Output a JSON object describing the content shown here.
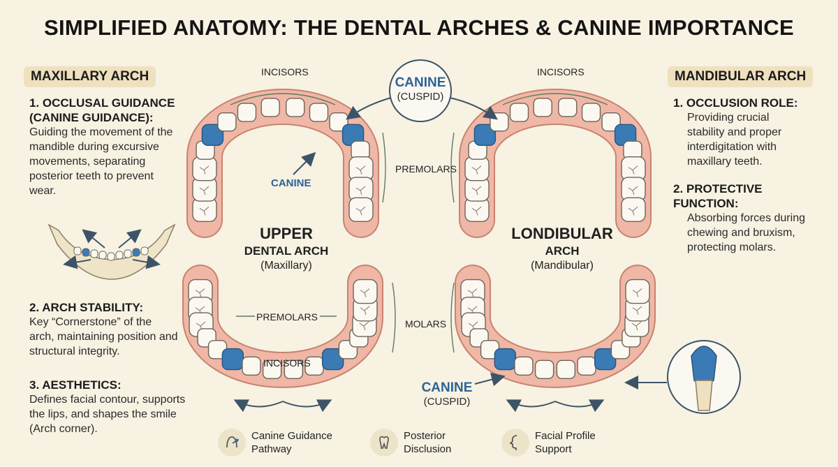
{
  "title": "SIMPLIFIED ANATOMY: THE DENTAL ARCHES & CANINE IMPORTANCE",
  "left_panel": {
    "heading": "MAXILLARY ARCH",
    "items": [
      {
        "title": "1. OCCLUSAL GUIDANCE (CANINE GUIDANCE):",
        "text": "Guiding the movement of the mandible during excursive movements, separating posterior teeth to prevent wear."
      },
      {
        "title": "2. ARCH STABILITY:",
        "text": "Key “Cornerstone” of the arch, maintaining position and structural integrity."
      },
      {
        "title": "3. AESTHETICS:",
        "text": "Defines facial contour, supports the lips, and shapes the smile (Arch corner)."
      }
    ]
  },
  "right_panel": {
    "heading": "MANDIBULAR ARCH",
    "items": [
      {
        "title": "1. OCCLUSION ROLE:",
        "text": "Providing crucial stability and proper interdigitation with maxillary teeth."
      },
      {
        "title": "2. PROTECTIVE FUNCTION:",
        "text": "Absorbing forces during chewing and bruxism, protecting molars."
      }
    ]
  },
  "labels": {
    "incisors_upper_left": "INCISORS",
    "incisors_upper_right": "INCISORS",
    "incisors_lower_left": "INCISORS",
    "premolars_top": "PREMOLARS",
    "premolars_mid": "PREMOLARS",
    "molars": "MOLARS",
    "canine_center_title": "CANINE",
    "canine_center_sub": "(CUSPID)",
    "canine_upper_arch": "CANINE",
    "canine_lower_title": "CANINE",
    "canine_lower_sub": "(CUSPID)"
  },
  "arch_titles": {
    "upper_line1": "UPPER",
    "upper_line2": "DENTAL ARCH",
    "upper_line3": "(Maxillary)",
    "lower_line1": "LONDIBULAR",
    "lower_line2": "ARCH",
    "lower_line3": "(Mandibular)"
  },
  "legend": [
    {
      "icon": "canine-guidance-icon",
      "text": "Canine Guidance Pathway"
    },
    {
      "icon": "tooth-icon",
      "text": "Posterior Disclusion"
    },
    {
      "icon": "face-profile-icon",
      "text": "Facial Profile Support"
    }
  ],
  "colors": {
    "background": "#f7f2e2",
    "gum": "#f0b7a6",
    "gum_stroke": "#c7836f",
    "tooth": "#fbf8f1",
    "canine": "#3a7bb5",
    "bracket": "#5f7a62",
    "arrow": "#3d5466"
  }
}
